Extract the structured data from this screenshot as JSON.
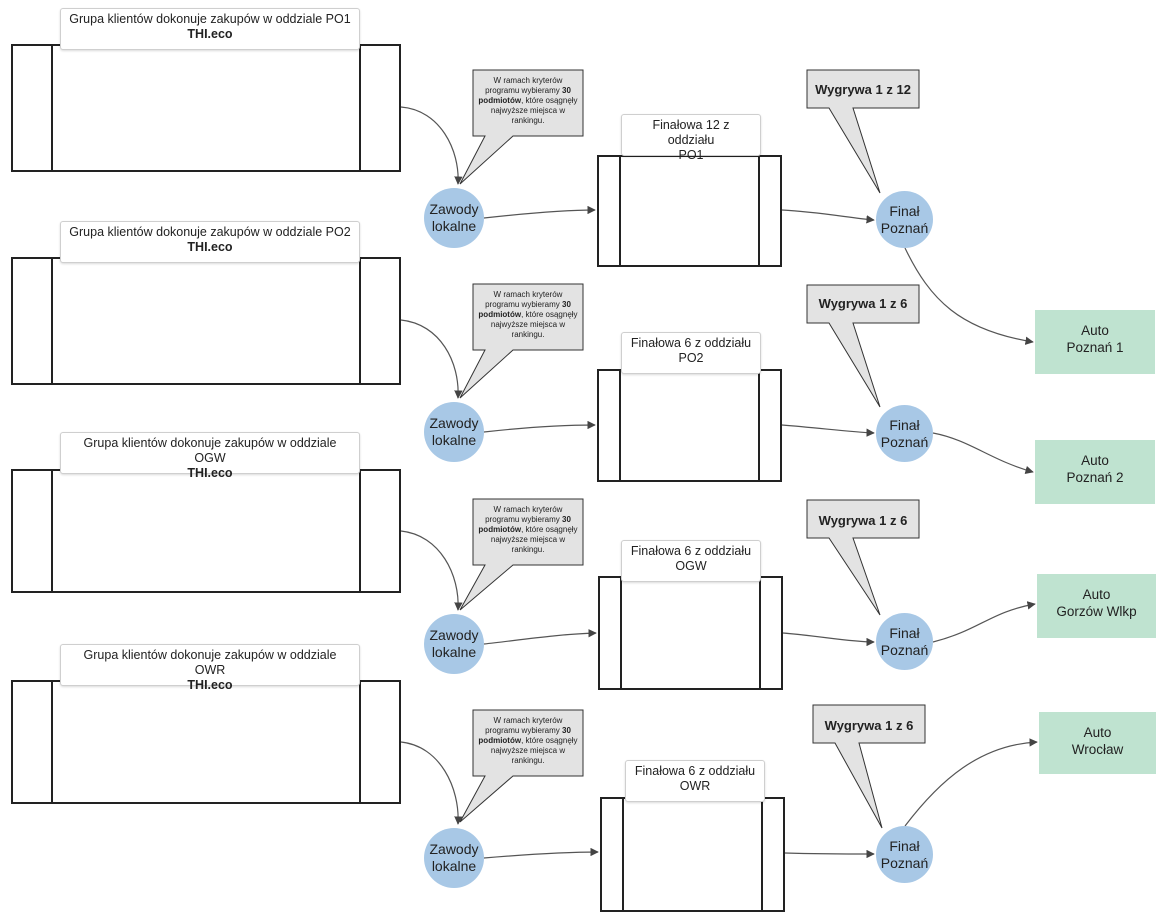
{
  "colors": {
    "chip": "#f47b20",
    "circle": "#a8c8e6",
    "result": "#bfe3d0",
    "bubble": "#e3e3e3",
    "stroke": "#222222"
  },
  "rows": [
    {
      "group_title": "Grupa klientów dokonuje zakupów w oddziale PO1",
      "brand": "THI.eco",
      "bubble_pre": "W ramach kryterów programu wybieramy",
      "bubble_bold": "30 podmiotów",
      "bubble_post": ", które osągnęły najwyższe miejsca w rankingu.",
      "local_line1": "Zawody",
      "local_line2": "lokalne",
      "final_title_line1": "Finałowa 12 z oddziału",
      "final_title_line2": "PO1",
      "win_label": "Wygrywa 1 z 12",
      "final_line1": "Finał",
      "final_line2": "Poznań",
      "result_line1": "Auto",
      "result_line2": "Poznań 1"
    },
    {
      "group_title": "Grupa klientów dokonuje zakupów w oddziale PO2",
      "brand": "THI.eco",
      "bubble_pre": "W ramach kryterów programu wybieramy",
      "bubble_bold": "30 podmiotów",
      "bubble_post": ", które osągnęły najwyższe miejsca w rankingu.",
      "local_line1": "Zawody",
      "local_line2": "lokalne",
      "final_title_line1": "Finałowa 6 z oddziału",
      "final_title_line2": "PO2",
      "win_label": "Wygrywa 1 z 6",
      "final_line1": "Finał",
      "final_line2": "Poznań",
      "result_line1": "Auto",
      "result_line2": "Poznań 2"
    },
    {
      "group_title": "Grupa klientów dokonuje zakupów w oddziale OGW",
      "brand": "THI.eco",
      "bubble_pre": "W ramach kryterów programu wybieramy",
      "bubble_bold": "30 podmiotów",
      "bubble_post": ", które osągnęły najwyższe miejsca w rankingu.",
      "local_line1": "Zawody",
      "local_line2": "lokalne",
      "final_title_line1": "Finałowa 6 z oddziału",
      "final_title_line2": "OGW",
      "win_label": "Wygrywa 1 z 6",
      "final_line1": "Finał",
      "final_line2": "Poznań",
      "result_line1": "Auto",
      "result_line2": "Gorzów Wlkp"
    },
    {
      "group_title": "Grupa klientów dokonuje zakupów w oddziale OWR",
      "brand": "THI.eco",
      "bubble_pre": "W ramach kryterów programu wybieramy",
      "bubble_bold": "30 podmiotów",
      "bubble_post": ", które osągnęły najwyższe miejsca w rankingu.",
      "local_line1": "Zawody",
      "local_line2": "lokalne",
      "final_title_line1": "Finałowa 6 z oddziału",
      "final_title_line2": "OWR",
      "win_label": "Wygrywa 1 z 6",
      "final_line1": "Finał",
      "final_line2": "Poznań",
      "result_line1": "Auto",
      "result_line2": "Wrocław"
    }
  ]
}
